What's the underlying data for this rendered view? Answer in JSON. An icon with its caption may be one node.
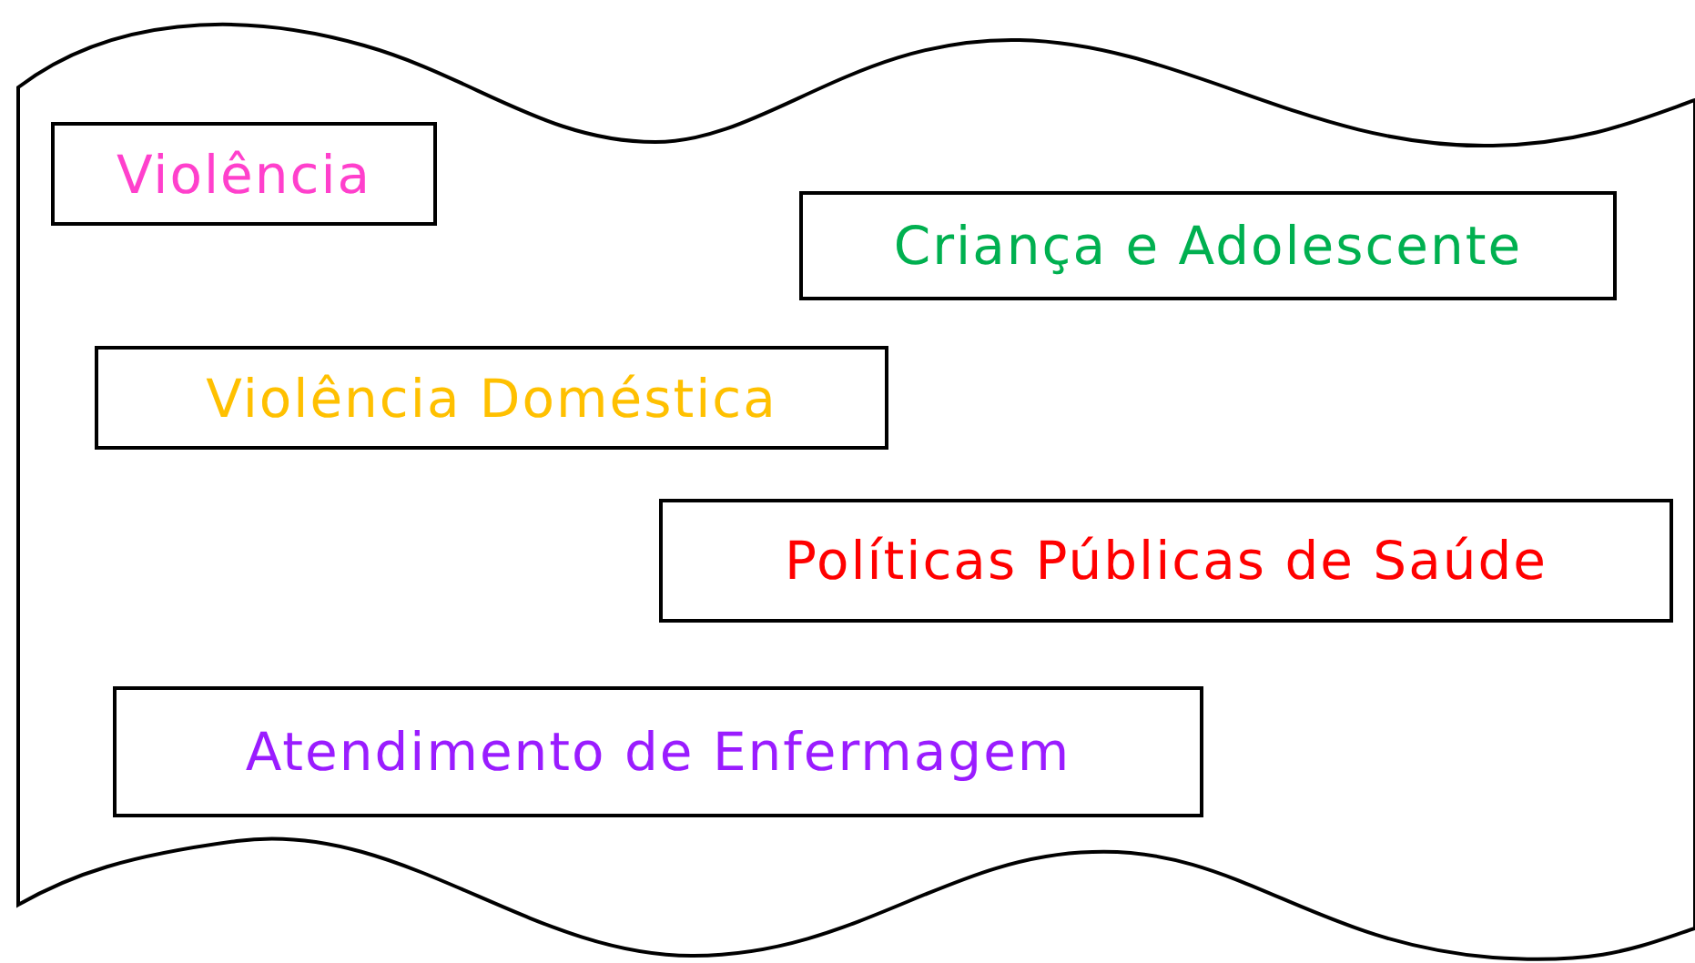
{
  "diagram": {
    "nodes": [
      {
        "text": [],
        "shape": "banner"
      },
      {
        "text": [
          "Violência"
        ],
        "in": 0
      },
      {
        "text": [
          "Criança e Adolescente"
        ],
        "in": 0
      },
      {
        "text": [
          "Violência Doméstica"
        ],
        "in": 0
      },
      {
        "text": [
          "Políticas Públicas de Saúde"
        ],
        "in": 0
      },
      {
        "text": [
          "Atendimento de Enfermagem"
        ],
        "in": 0
      }
    ]
  }
}
